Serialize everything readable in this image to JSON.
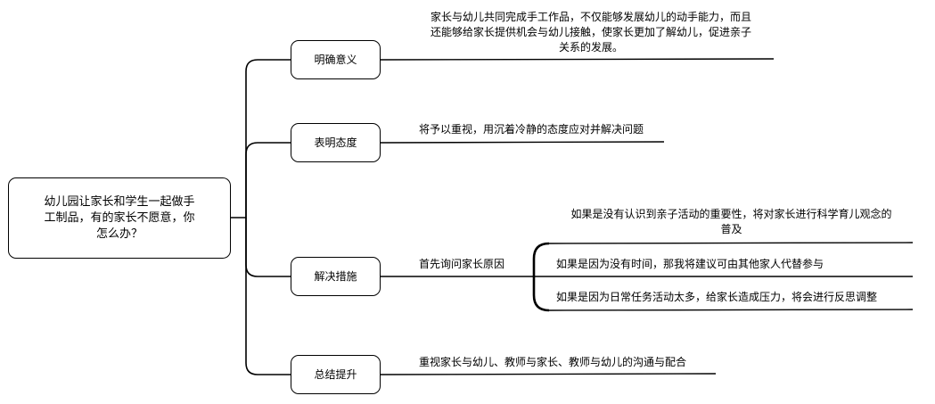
{
  "mindmap": {
    "root": {
      "text": "幼儿园让家长和学生一起做手工制品，有的家长不愿意，你怎么办？"
    },
    "branches": [
      {
        "label": "明确意义",
        "details": [
          "家长与幼儿共同完成手工作品，不仅能够发展幼儿的动手能力，而且",
          "还能够给家长提供机会与幼儿接触，使家长更加了解幼儿，促进亲子",
          "关系的发展。"
        ]
      },
      {
        "label": "表明态度",
        "detail": "将予以重视，用沉着冷静的态度应对并解决问题"
      },
      {
        "label": "解决措施",
        "detail": "首先询问家长原因",
        "sub_items": [
          {
            "lines": [
              "如果是没有认识到亲子活动的重要性，将对家长进行科学育儿观念的",
              "普及"
            ]
          },
          {
            "lines": [
              "如果是因为没有时间，那我将建议可由其他家人代替参与"
            ]
          },
          {
            "lines": [
              "如果是因为日常任务活动太多，给家长造成压力，将会进行反思调整"
            ]
          }
        ]
      },
      {
        "label": "总结提升",
        "detail": "重视家长与幼儿、教师与家长、教师与幼儿的沟通与配合"
      }
    ]
  }
}
